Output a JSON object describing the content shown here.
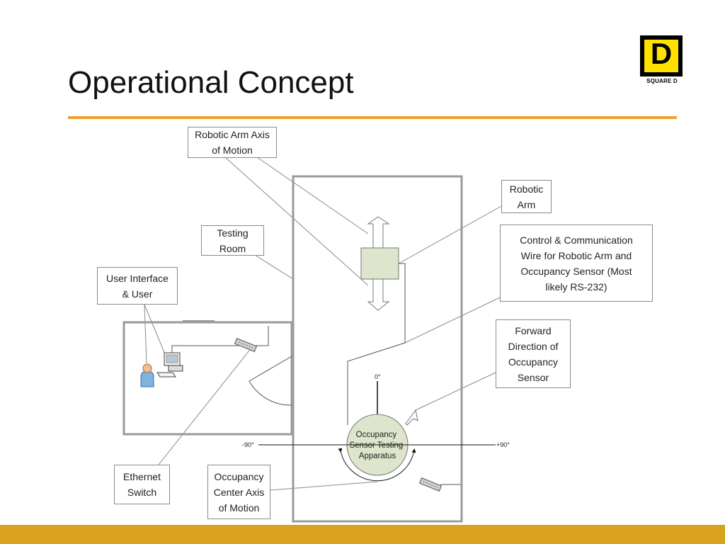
{
  "slide": {
    "title": "Operational Concept"
  },
  "logo": {
    "letter": "D",
    "text": "SQUARE D"
  },
  "callouts": {
    "robotic_arm_axis": "Robotic Arm Axis\nof Motion",
    "robotic_arm": "Robotic\nArm",
    "testing_room": "Testing\nRoom",
    "control_wire": "Control & Communication\nWire for Robotic Arm and\nOccupancy Sensor (Most\nlikely RS-232)",
    "user_interface": "User Interface\n& User",
    "forward_direction": "Forward\nDirection of\nOccupancy\nSensor",
    "ethernet_switch": "Ethernet\nSwitch",
    "occupancy_center_axis": "Occupancy\nCenter Axis\nof Motion"
  },
  "apparatus": {
    "line1": "Occupancy",
    "line2": "Sensor Testing",
    "line3": "Apparatus"
  },
  "angles": {
    "zero": "0°",
    "minus": "-90°",
    "plus": "+90°"
  },
  "colors": {
    "accent_rule": "#f0a030",
    "footer_bar": "#d8a21e",
    "logo_yellow": "#ffe100",
    "arm_fill": "#dde5cc",
    "sensor_fill": "#dde5cc",
    "user_body": "#7fb3df",
    "user_head": "#f0bf8c"
  }
}
